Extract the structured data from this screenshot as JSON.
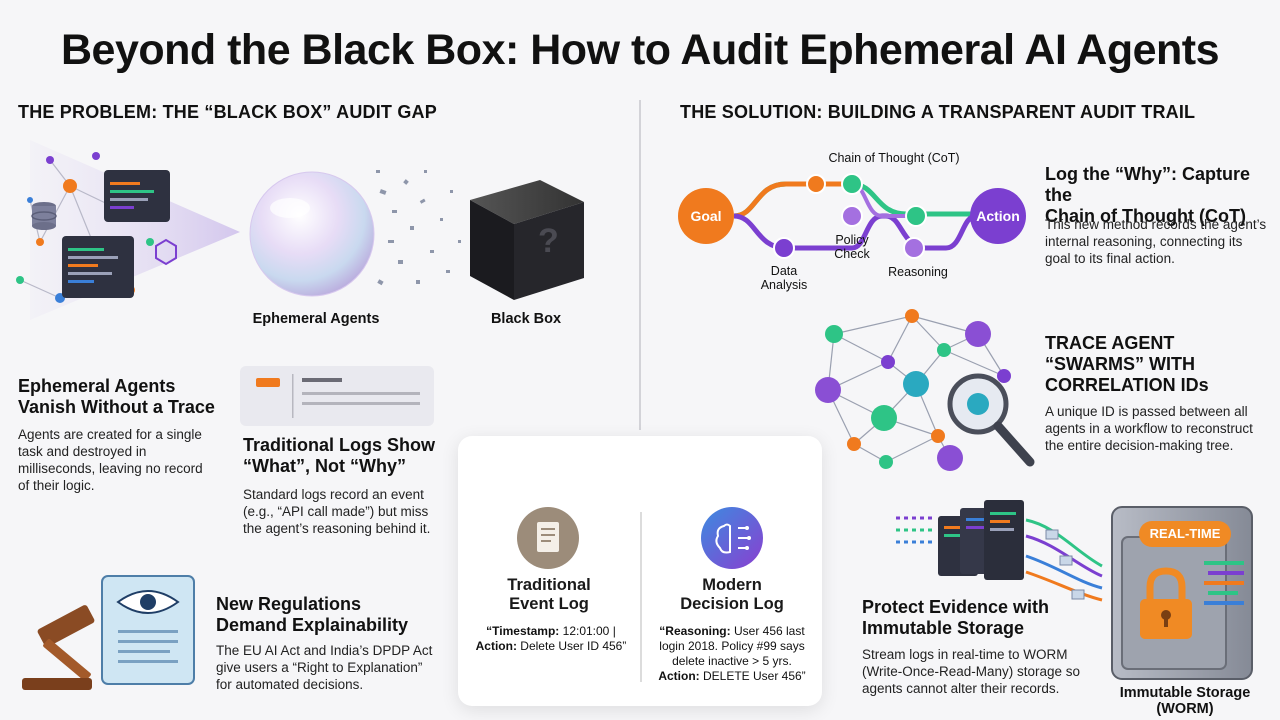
{
  "title": "Beyond the Black Box: How to Audit Ephemeral AI Agents",
  "problem": {
    "heading": "THE PROBLEM: THE “BLACK BOX” AUDIT GAP",
    "ephemeral_caption": "Ephemeral Agents",
    "blackbox_caption": "Black Box",
    "blackbox_mark": "?",
    "vanish": {
      "title_line1": "Ephemeral Agents",
      "title_line2": "Vanish Without a Trace",
      "body": [
        "Agents are created for a single",
        "task and destroyed in",
        "milliseconds, leaving no record",
        "of their logic."
      ]
    },
    "logs": {
      "title_line1": "Traditional Logs Show",
      "title_line2": "“What”, Not “Why”",
      "body": [
        "Standard logs record an event",
        "(e.g., “API call made”) but miss",
        "the agent’s reasoning behind it."
      ]
    },
    "regulations": {
      "title_line1": "New Regulations",
      "title_line2": "Demand Explainability",
      "body": [
        "The EU AI Act and India’s DPDP Act",
        "give users a “Right to Explanation”",
        "for automated decisions."
      ]
    }
  },
  "comparison": {
    "traditional": {
      "title_line1": "Traditional",
      "title_line2": "Event Log",
      "line1_label": "“Timestamp:",
      "line1_value": " 12:01:00 |",
      "line2_label": "Action:",
      "line2_value": " Delete User ID 456”"
    },
    "modern": {
      "title_line1": "Modern",
      "title_line2": "Decision Log",
      "line1_label": "“Reasoning:",
      "line1_value": " User 456 last",
      "line2": "login 2018. Policy #99 says",
      "line3": "delete inactive > 5 yrs.",
      "line4_label": "Action:",
      "line4_value": " DELETE User 456”"
    }
  },
  "solution": {
    "heading": "THE SOLUTION: BUILDING A TRANSPARENT AUDIT TRAIL",
    "cot_diagram": {
      "top_label": "Chain of Thought (CoT)",
      "goal": "Goal",
      "action": "Action",
      "data_analysis_1": "Data",
      "data_analysis_2": "Analysis",
      "policy_1": "Policy",
      "policy_2": "Check",
      "reasoning": "Reasoning"
    },
    "cot_text": {
      "title_line1": "Log the “Why”: Capture the",
      "title_line2": "Chain of Thought (CoT)",
      "body": [
        "This new method records the agent’s",
        "internal reasoning, connecting its",
        "goal to its final action."
      ]
    },
    "swarm": {
      "title_line1": "TRACE AGENT",
      "title_line2": "“SWARMS” WITH",
      "title_line3": "CORRELATION IDs",
      "body": [
        "A unique ID is passed between all",
        "agents in a workflow to reconstruct",
        "the entire decision-making tree."
      ]
    },
    "storage": {
      "title_line1": "Protect Evidence with",
      "title_line2": "Immutable Storage",
      "body": [
        "Stream logs in real-time to WORM",
        "(Write-Once-Read-Many) storage so",
        "agents cannot alter their records."
      ],
      "badge": "REAL-TIME",
      "caption_line1": "Immutable Storage",
      "caption_line2": "(WORM)"
    }
  },
  "colors": {
    "orange": "#f07a1e",
    "purple": "#7b3fd0",
    "green": "#2ec486",
    "teal": "#2aa9a0",
    "blue": "#3a7fd8"
  }
}
